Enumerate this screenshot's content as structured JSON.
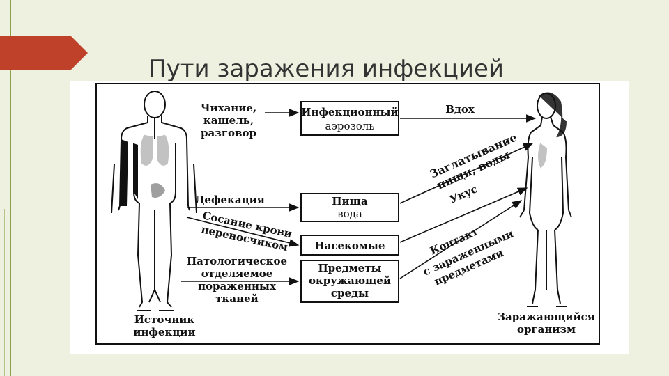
{
  "slide": {
    "title": "Пути заражения инфекцией"
  },
  "diagram": {
    "source_lines": [
      "Источник",
      "инфекции"
    ],
    "target_lines": [
      "Заражающийся",
      "организм"
    ],
    "routes": {
      "sneeze": [
        "Чихание,",
        "кашель,",
        "разговор"
      ],
      "defecation": "Дефекация",
      "blood": [
        "Сосание крови",
        "переносчиком"
      ],
      "pathological": [
        "Патологическое",
        "отделяемое",
        "пораженных",
        "тканей"
      ]
    },
    "boxes": {
      "aerosol": [
        "Инфекционный",
        "аэрозоль"
      ],
      "food": [
        "Пища",
        "вода"
      ],
      "insects": [
        "Насекомые"
      ],
      "objects": [
        "Предметы",
        "окружающей",
        "среды"
      ]
    },
    "transmission": {
      "inhale": "Вдох",
      "swallow": [
        "Заглатывание",
        "пищи, воды"
      ],
      "bite": "Укус",
      "contact": [
        "Контакт",
        "с зараженными",
        "предметами"
      ]
    }
  }
}
